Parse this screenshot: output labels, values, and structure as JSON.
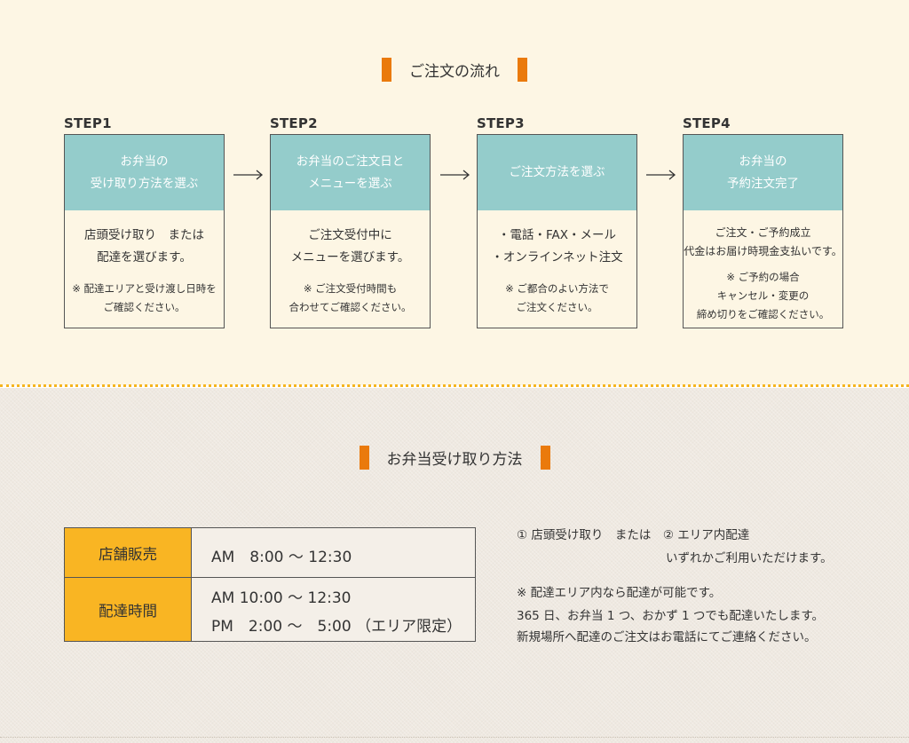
{
  "order_flow": {
    "title": "ご注文の流れ",
    "steps": [
      {
        "label": "STEP1",
        "heading": "お弁当の\n受け取り方法を選ぶ",
        "main": "店頭受け取り　または\n配達を選びます。",
        "note": "※ 配達エリアと受け渡し日時を\nご確認ください。"
      },
      {
        "label": "STEP2",
        "heading": "お弁当のご注文日と\nメニューを選ぶ",
        "main": "ご注文受付中に\nメニューを選びます。",
        "note": "※ ご注文受付時間も\n合わせてご確認ください。"
      },
      {
        "label": "STEP3",
        "heading": "ご注文方法を選ぶ",
        "main": "・電話・FAX・メール\n・オンラインネット注文",
        "note": "※ ご都合のよい方法で\nご注文ください。"
      },
      {
        "label": "STEP4",
        "heading": "お弁当の\n予約注文完了",
        "main": "ご注文・ご予約成立\n代金はお届け時現金支払いです。",
        "note": "※ ご予約の場合\nキャンセル・変更の\n締め切りをご確認ください。"
      }
    ]
  },
  "pickup": {
    "title": "お弁当受け取り方法",
    "table": [
      {
        "head": "店舗販売",
        "lines": [
          "AM　8:00 ～ 12:30"
        ]
      },
      {
        "head": "配達時間",
        "lines": [
          "AM 10:00 ～ 12:30",
          "PM　2:00 ～　5:00 （エリア限定）"
        ]
      }
    ],
    "info": {
      "line1": "① 店頭受け取り　または　② エリア内配達",
      "line2": "いずれかご利用いただけます。",
      "line3": "※ 配達エリア内なら配達が可能です。",
      "line4": "365 日、お弁当 1 つ、おかず 1 つでも配達いたします。",
      "line5": "新規場所へ配達のご注文はお電話にてご連絡ください。"
    }
  },
  "colors": {
    "accent_orange": "#ea7a0c",
    "step_header_teal": "#94cccb",
    "table_header_yellow": "#f9b523",
    "top_background": "#fdf6e4"
  }
}
